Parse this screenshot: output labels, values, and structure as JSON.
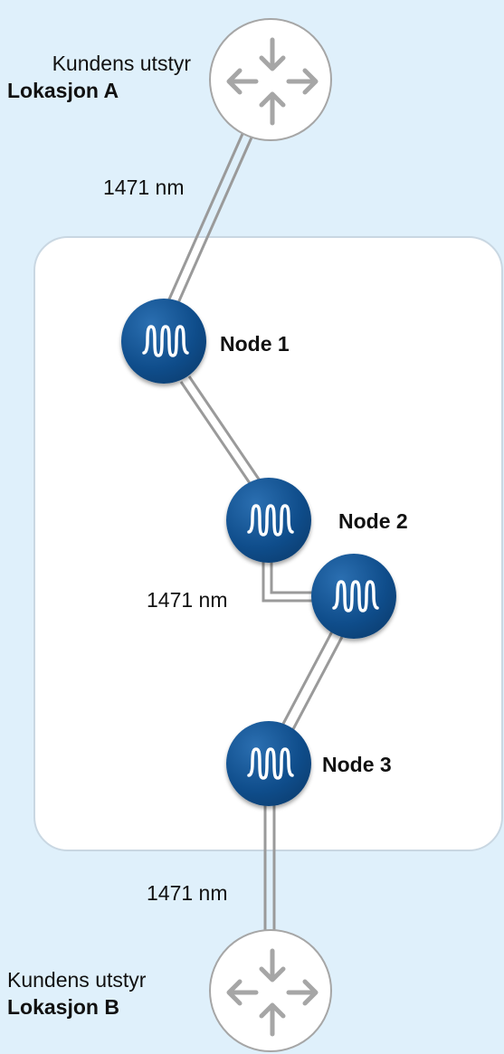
{
  "site_a": {
    "line1": "Kundens utstyr",
    "line2": "Lokasjon A"
  },
  "site_b": {
    "line1": "Kundens utstyr",
    "line2": "Lokasjon B"
  },
  "nodes": [
    {
      "label": "Node 1"
    },
    {
      "label": "Node 2"
    },
    {
      "label": "Node 3"
    }
  ],
  "wavelength_labels": [
    "1471 nm",
    "1471 nm",
    "1471 nm"
  ],
  "colors": {
    "background": "#dff0fb",
    "panel": "#ffffff",
    "node_fill": "#0f4d8b",
    "fiber": "#9a9a9a"
  },
  "icons": {
    "site": "router-icon",
    "node": "wavelength-filter-icon"
  }
}
